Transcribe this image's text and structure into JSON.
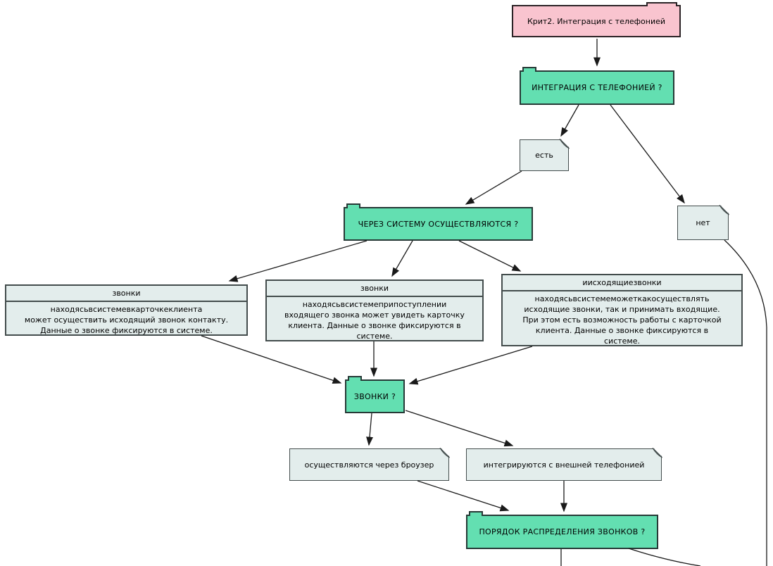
{
  "diagram": {
    "title_note": {
      "label": "Крит2. Интеграция с телефонией"
    },
    "questions": {
      "q1": "ИНТЕГРАЦИЯ С ТЕЛЕФОНИЕЙ ?",
      "q2": "ЧЕРЕЗ СИСТЕМУ ОСУЩЕСТВЛЯЮТСЯ ?",
      "q3": "ЗВОНКИ ?",
      "q4": "ПОРЯДОК РАСПРЕДЕЛЕНИЯ ЗВОНКОВ ?"
    },
    "notes": {
      "yes": "есть",
      "no": "нет",
      "browser": "осуществляются через броузер",
      "external": "интегрируются с внешней телефонией"
    },
    "cards": [
      {
        "header": "звонки",
        "body": "находясьвсистемевкарточкеклиента\nможет осуществить исходящий звонок контакту.\nДанные о звонке фиксируются в системе."
      },
      {
        "header": "звонки",
        "body": "находясьвсистемеприпоступлении\nвходящего звонка может увидеть карточку\nклиента. Данные о звонке фиксируются в\nсистеме."
      },
      {
        "header": "иисходящиезвонки",
        "body": "находясьвсистемеможеткакосуществлять\nисходящие звонки, так и принимать входящие.\nПри этом есть возможность работы с карточкой\nклиента. Данные о звонке фиксируются в\nсистеме."
      }
    ],
    "colors": {
      "question_fill": "#63dfb1",
      "title_fill": "#f9c4cf",
      "note_fill": "#e3edec",
      "connector": "#1a1a1a"
    }
  }
}
